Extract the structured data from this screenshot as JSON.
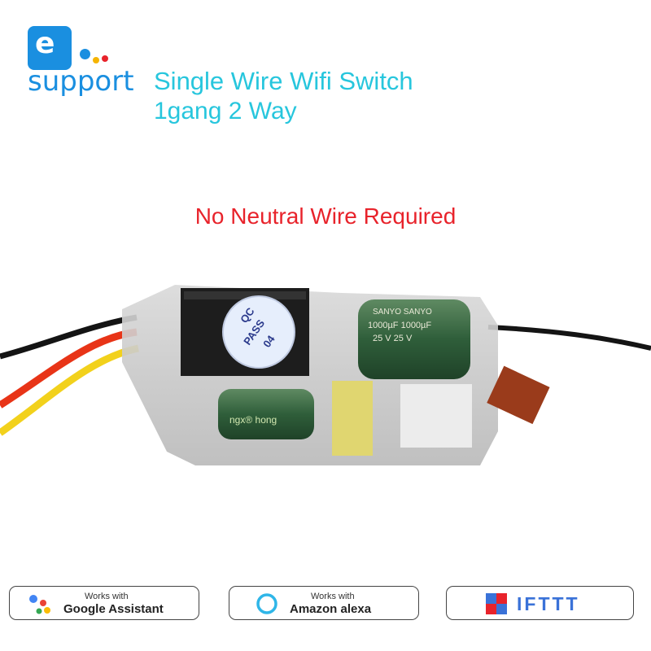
{
  "logo": {
    "box_letter": "e",
    "word": "support",
    "brand_color": "#1a8fe0"
  },
  "header": {
    "title": "Single Wire Wifi Switch",
    "subtitle": "1gang 2 Way",
    "title_color": "#27c6dd"
  },
  "tagline": {
    "text": "No Neutral Wire Required",
    "color": "#e8232b"
  },
  "product": {
    "sticker_line1": "QC",
    "sticker_line2": "PASS",
    "sticker_line3": "04",
    "cap_brand": "SANYO SANYO",
    "cap_value": "1000µF 1000µF",
    "cap_voltage": "25 V   25 V",
    "cap2_label": "ngx® hong"
  },
  "badges": {
    "google": {
      "small": "Works with",
      "big": "Google Assistant"
    },
    "alexa": {
      "small": "Works with",
      "big": "Amazon alexa"
    },
    "ifttt": {
      "big": "IFTTT"
    }
  }
}
